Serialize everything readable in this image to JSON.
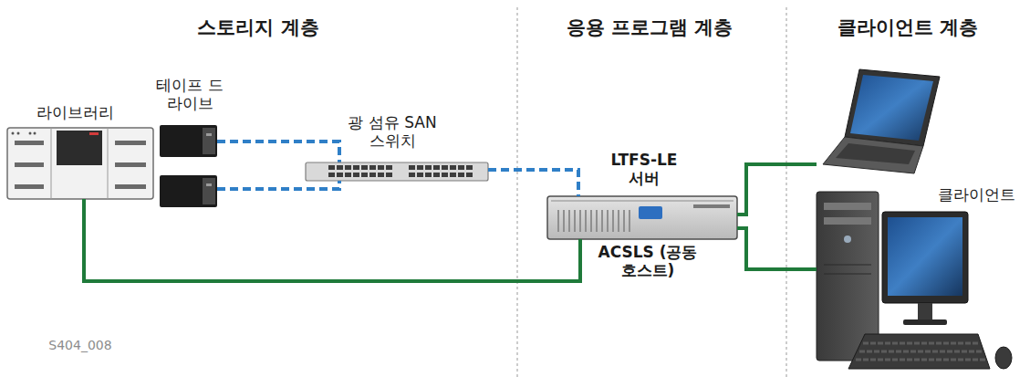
{
  "diagram": {
    "nodes": [
      {
        "text": [
          "라이브러리"
        ]
      },
      {
        "text": [
          "테이프 드라이브"
        ]
      },
      {
        "text": [
          "광 섬유 SAN 스위치"
        ]
      },
      {
        "text": [
          "LTFS-LE 서버",
          "ACSLS (공동 호스트)"
        ]
      },
      {
        "text": [
          "클라이언트"
        ]
      }
    ],
    "edges": [
      {
        "from": 0,
        "to": 3,
        "arrow": "none"
      },
      {
        "from": 1,
        "to": 2,
        "arrow": "none"
      },
      {
        "from": 2,
        "to": 3,
        "arrow": "none"
      },
      {
        "from": 3,
        "to": 4,
        "arrow": "none"
      },
      {
        "from": 3,
        "to": 4,
        "arrow": "none"
      }
    ],
    "labels": [
      "스토리지 계층",
      "응용 프로그램 계층",
      "클라이언트 계층",
      "S404_008"
    ]
  }
}
